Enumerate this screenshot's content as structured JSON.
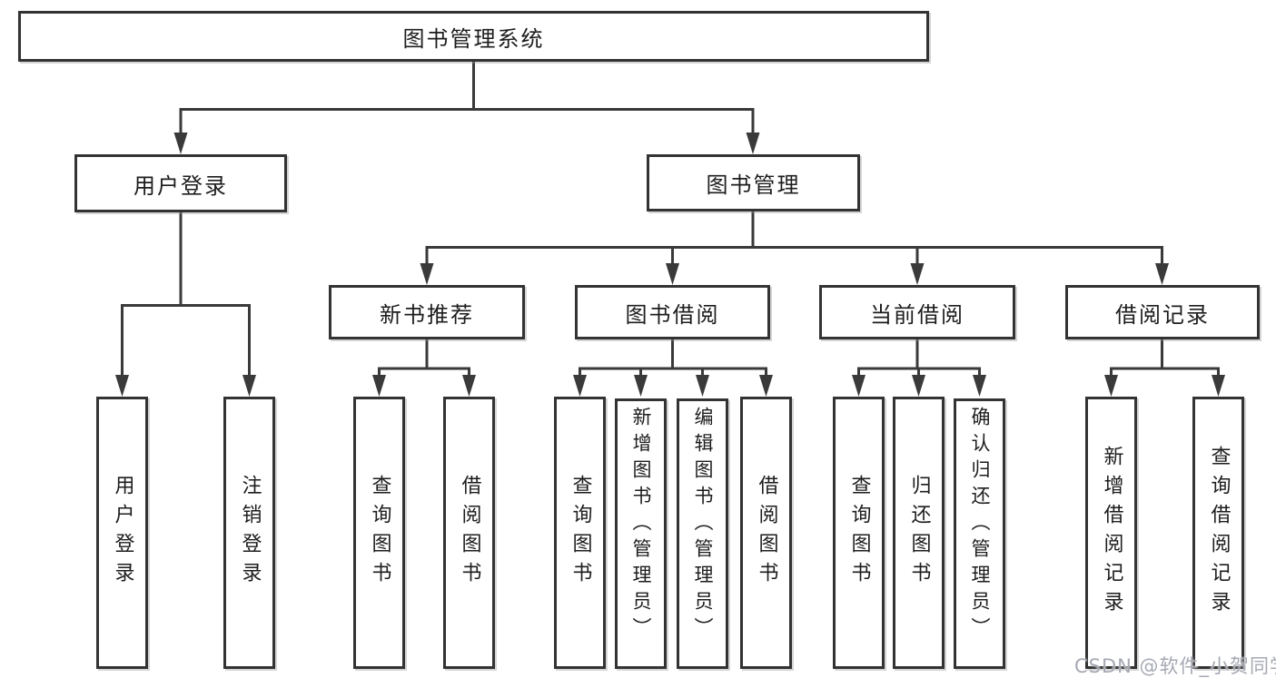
{
  "colors": {
    "background": "#ffffff",
    "box_border": "#333333",
    "line": "#3a3a3a",
    "text": "#1d1d1f",
    "watermark": "#a6a9b3"
  },
  "watermark": {
    "text": "CSDN @软件_小贺同学"
  },
  "tree": {
    "root": {
      "label": "图书管理系统"
    },
    "branches": [
      {
        "label": "用户登录",
        "children": [
          {
            "label": "用户登录"
          },
          {
            "label": "注销登录"
          }
        ]
      },
      {
        "label": "图书管理",
        "children": [
          {
            "label": "新书推荐",
            "children": [
              {
                "label": "查询图书"
              },
              {
                "label": "借阅图书"
              }
            ]
          },
          {
            "label": "图书借阅",
            "children": [
              {
                "label": "查询图书"
              },
              {
                "label": "新增图书（管理员）"
              },
              {
                "label": "编辑图书（管理员）"
              },
              {
                "label": "借阅图书"
              }
            ]
          },
          {
            "label": "当前借阅",
            "children": [
              {
                "label": "查询图书"
              },
              {
                "label": "归还图书"
              },
              {
                "label": "确认归还（管理员）"
              }
            ]
          },
          {
            "label": "借阅记录",
            "children": [
              {
                "label": "新增借阅记录"
              },
              {
                "label": "查询借阅记录"
              }
            ]
          }
        ]
      }
    ]
  }
}
